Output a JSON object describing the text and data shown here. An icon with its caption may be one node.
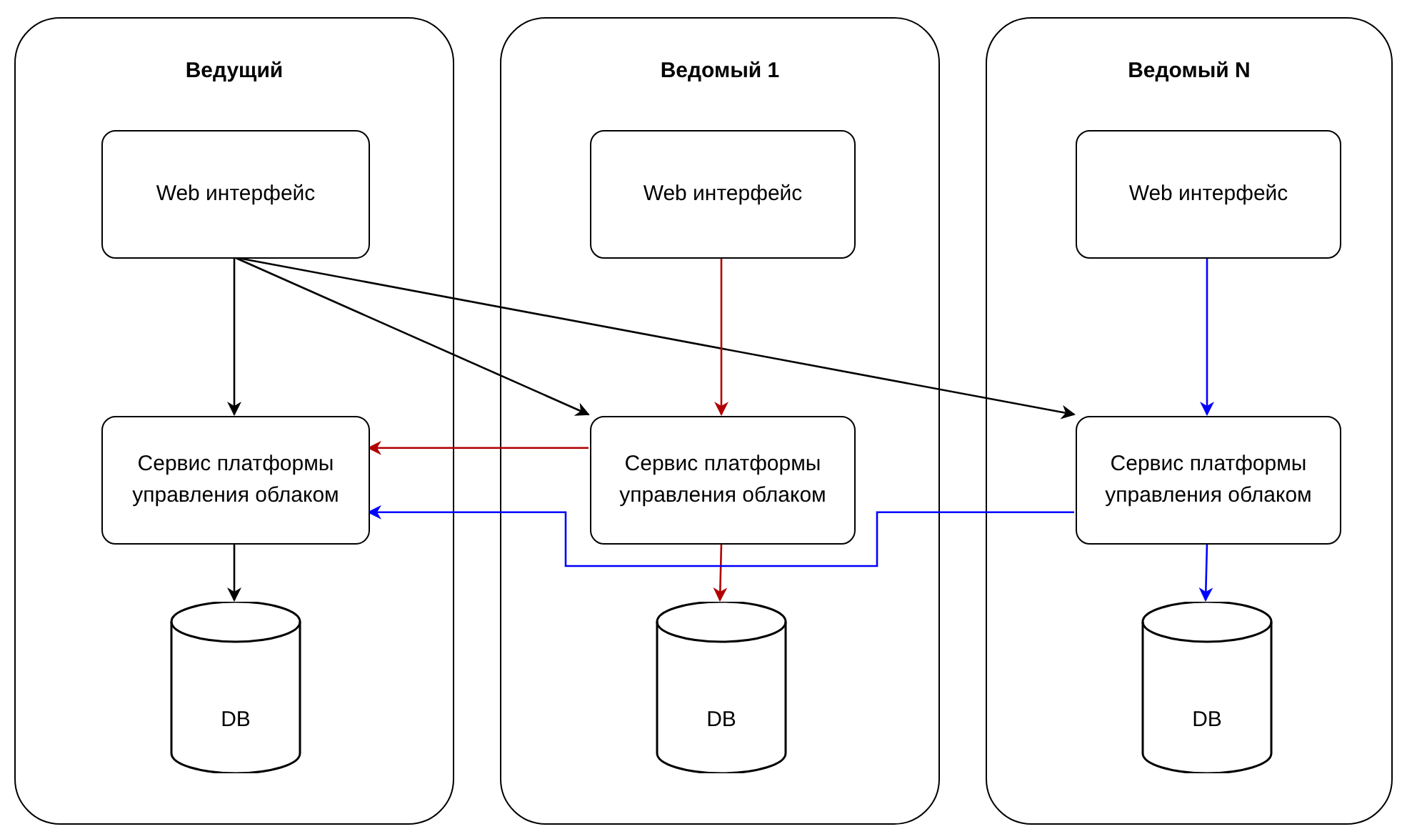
{
  "diagram": {
    "nodes": [
      {
        "text": [
          "Ведущий"
        ]
      },
      {
        "text": [
          "Web интерфейс"
        ],
        "in": 0
      },
      {
        "text": [
          "Сервис платформы управления облаком"
        ],
        "in": 0
      },
      {
        "text": [
          "DB"
        ],
        "in": 0
      },
      {
        "text": [
          "Ведомый 1"
        ]
      },
      {
        "text": [
          "Web интерфейс"
        ],
        "in": 4
      },
      {
        "text": [
          "Сервис платформы управления облаком"
        ],
        "in": 4
      },
      {
        "text": [
          "DB"
        ],
        "in": 4
      },
      {
        "text": [
          "Ведомый N"
        ]
      },
      {
        "text": [
          "Web интерфейс"
        ],
        "in": 8
      },
      {
        "text": [
          "Сервис платформы управления облаком"
        ],
        "in": 8
      },
      {
        "text": [
          "DB"
        ],
        "in": 8
      }
    ],
    "edges": [
      {
        "from": 1,
        "to": 2,
        "arrow": "to"
      },
      {
        "from": 1,
        "to": 6,
        "arrow": "to"
      },
      {
        "from": 1,
        "to": 10,
        "arrow": "to"
      },
      {
        "from": 2,
        "to": 3,
        "arrow": "to"
      },
      {
        "from": 5,
        "to": 6,
        "arrow": "to",
        "color": "#b20000"
      },
      {
        "from": 6,
        "to": 2,
        "arrow": "to",
        "color": "#b20000"
      },
      {
        "from": 6,
        "to": 7,
        "arrow": "to",
        "color": "#b20000"
      },
      {
        "from": 9,
        "to": 10,
        "arrow": "to",
        "color": "#0000ff"
      },
      {
        "from": 10,
        "to": 2,
        "arrow": "to",
        "color": "#0000ff"
      },
      {
        "from": 10,
        "to": 11,
        "arrow": "to",
        "color": "#0000ff"
      }
    ]
  }
}
